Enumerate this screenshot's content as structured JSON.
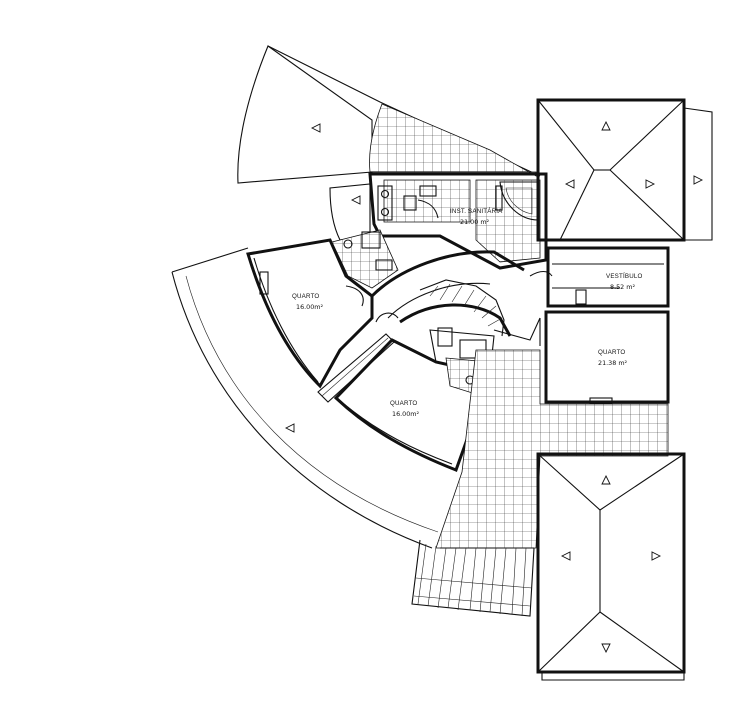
{
  "rooms": [
    {
      "name": "INST. SANITÁRIA",
      "area": "21.00 m²"
    },
    {
      "name": "VESTÍBULO",
      "area": "8.52 m²"
    },
    {
      "name": "QUARTO",
      "area": "16.00m²"
    },
    {
      "name": "QUARTO",
      "area": "21.38 m²"
    },
    {
      "name": "QUARTO",
      "area": "16.00m²"
    }
  ],
  "icons": {
    "roof_slope": "triangle-arrow-icon"
  }
}
